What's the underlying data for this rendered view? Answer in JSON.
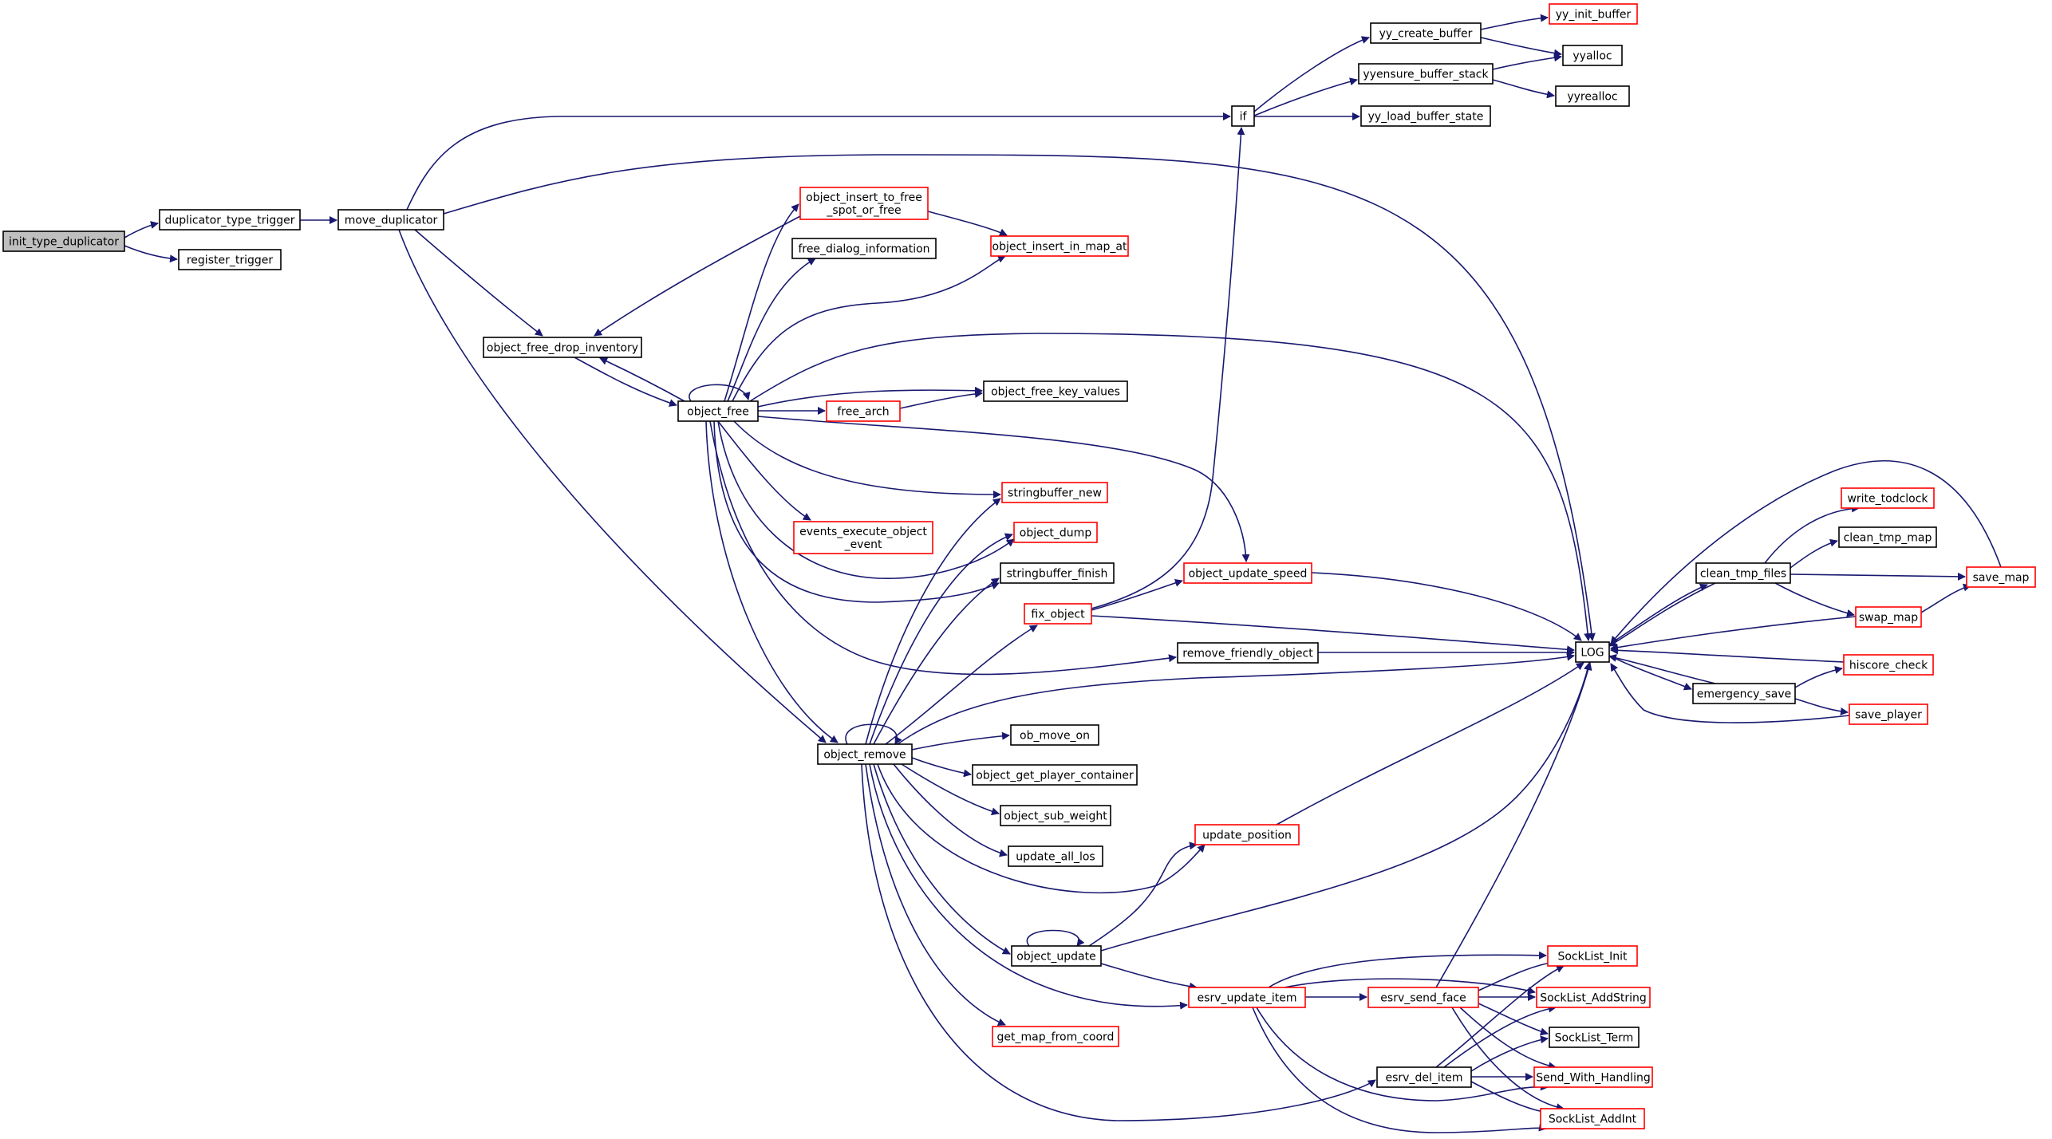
{
  "graph": {
    "colors": {
      "edge": "#191970",
      "node_border_default": "#000000",
      "node_border_truncated": "#ff0000",
      "root_fill": "#bfbfbf",
      "node_fill": "#ffffff"
    },
    "nodes": [
      {
        "id": "init_type_duplicator",
        "lines": [
          "init_type_duplicator"
        ],
        "root": true
      },
      {
        "id": "duplicator_type_trigger",
        "lines": [
          "duplicator_type_trigger"
        ]
      },
      {
        "id": "register_trigger",
        "lines": [
          "register_trigger"
        ]
      },
      {
        "id": "move_duplicator",
        "lines": [
          "move_duplicator"
        ]
      },
      {
        "id": "if",
        "lines": [
          "if"
        ]
      },
      {
        "id": "LOG",
        "lines": [
          "LOG"
        ]
      },
      {
        "id": "object_free_drop_inventory",
        "lines": [
          "object_free_drop_inventory"
        ]
      },
      {
        "id": "object_remove",
        "lines": [
          "object_remove"
        ]
      },
      {
        "id": "yy_create_buffer",
        "lines": [
          "yy_create_buffer"
        ]
      },
      {
        "id": "yyensure_buffer_stack",
        "lines": [
          "yyensure_buffer_stack"
        ]
      },
      {
        "id": "yy_load_buffer_state",
        "lines": [
          "yy_load_buffer_state"
        ]
      },
      {
        "id": "yy_init_buffer",
        "lines": [
          "yy_init_buffer"
        ],
        "red": true
      },
      {
        "id": "yyalloc",
        "lines": [
          "yyalloc"
        ]
      },
      {
        "id": "yyrealloc",
        "lines": [
          "yyrealloc"
        ]
      },
      {
        "id": "clean_tmp_files",
        "lines": [
          "clean_tmp_files"
        ]
      },
      {
        "id": "emergency_save",
        "lines": [
          "emergency_save"
        ]
      },
      {
        "id": "write_todclock",
        "lines": [
          "write_todclock"
        ],
        "red": true
      },
      {
        "id": "clean_tmp_map",
        "lines": [
          "clean_tmp_map"
        ]
      },
      {
        "id": "save_map",
        "lines": [
          "save_map"
        ],
        "red": true
      },
      {
        "id": "swap_map",
        "lines": [
          "swap_map"
        ],
        "red": true
      },
      {
        "id": "hiscore_check",
        "lines": [
          "hiscore_check"
        ],
        "red": true
      },
      {
        "id": "save_player",
        "lines": [
          "save_player"
        ],
        "red": true
      },
      {
        "id": "object_free",
        "lines": [
          "object_free"
        ]
      },
      {
        "id": "object_insert_to_free_spot_or_free",
        "lines": [
          "object_insert_to_free",
          "_spot_or_free"
        ],
        "red": true
      },
      {
        "id": "free_dialog_information",
        "lines": [
          "free_dialog_information"
        ]
      },
      {
        "id": "object_insert_in_map_at",
        "lines": [
          "object_insert_in_map_at"
        ],
        "red": true
      },
      {
        "id": "object_free_key_values",
        "lines": [
          "object_free_key_values"
        ]
      },
      {
        "id": "free_arch",
        "lines": [
          "free_arch"
        ],
        "red": true
      },
      {
        "id": "stringbuffer_new",
        "lines": [
          "stringbuffer_new"
        ],
        "red": true
      },
      {
        "id": "events_execute_object_event",
        "lines": [
          "events_execute_object",
          "_event"
        ],
        "red": true
      },
      {
        "id": "object_dump",
        "lines": [
          "object_dump"
        ],
        "red": true
      },
      {
        "id": "stringbuffer_finish",
        "lines": [
          "stringbuffer_finish"
        ]
      },
      {
        "id": "object_update_speed",
        "lines": [
          "object_update_speed"
        ],
        "red": true
      },
      {
        "id": "fix_object",
        "lines": [
          "fix_object"
        ],
        "red": true
      },
      {
        "id": "remove_friendly_object",
        "lines": [
          "remove_friendly_object"
        ]
      },
      {
        "id": "ob_move_on",
        "lines": [
          "ob_move_on"
        ]
      },
      {
        "id": "object_get_player_container",
        "lines": [
          "object_get_player_container"
        ]
      },
      {
        "id": "object_sub_weight",
        "lines": [
          "object_sub_weight"
        ]
      },
      {
        "id": "update_all_los",
        "lines": [
          "update_all_los"
        ]
      },
      {
        "id": "update_position",
        "lines": [
          "update_position"
        ],
        "red": true
      },
      {
        "id": "object_update",
        "lines": [
          "object_update"
        ]
      },
      {
        "id": "esrv_update_item",
        "lines": [
          "esrv_update_item"
        ],
        "red": true
      },
      {
        "id": "get_map_from_coord",
        "lines": [
          "get_map_from_coord"
        ],
        "red": true
      },
      {
        "id": "esrv_del_item",
        "lines": [
          "esrv_del_item"
        ]
      },
      {
        "id": "esrv_send_face",
        "lines": [
          "esrv_send_face"
        ],
        "red": true
      },
      {
        "id": "SockList_Init",
        "lines": [
          "SockList_Init"
        ],
        "red": true
      },
      {
        "id": "SockList_AddString",
        "lines": [
          "SockList_AddString"
        ],
        "red": true
      },
      {
        "id": "SockList_Term",
        "lines": [
          "SockList_Term"
        ]
      },
      {
        "id": "Send_With_Handling",
        "lines": [
          "Send_With_Handling"
        ],
        "red": true
      },
      {
        "id": "SockList_AddInt",
        "lines": [
          "SockList_AddInt"
        ],
        "red": true
      }
    ],
    "edges": [
      [
        "init_type_duplicator",
        "duplicator_type_trigger"
      ],
      [
        "init_type_duplicator",
        "register_trigger"
      ],
      [
        "duplicator_type_trigger",
        "move_duplicator"
      ],
      [
        "move_duplicator",
        "if"
      ],
      [
        "move_duplicator",
        "LOG"
      ],
      [
        "move_duplicator",
        "object_free_drop_inventory"
      ],
      [
        "move_duplicator",
        "object_remove"
      ],
      [
        "if",
        "yy_create_buffer"
      ],
      [
        "if",
        "yyensure_buffer_stack"
      ],
      [
        "if",
        "yy_load_buffer_state"
      ],
      [
        "yy_create_buffer",
        "yy_init_buffer"
      ],
      [
        "yy_create_buffer",
        "yyalloc"
      ],
      [
        "yyensure_buffer_stack",
        "yyalloc"
      ],
      [
        "yyensure_buffer_stack",
        "yyrealloc"
      ],
      [
        "LOG",
        "clean_tmp_files"
      ],
      [
        "LOG",
        "emergency_save"
      ],
      [
        "clean_tmp_files",
        "write_todclock"
      ],
      [
        "clean_tmp_files",
        "clean_tmp_map"
      ],
      [
        "clean_tmp_files",
        "save_map"
      ],
      [
        "clean_tmp_files",
        "swap_map"
      ],
      [
        "clean_tmp_files",
        "LOG"
      ],
      [
        "swap_map",
        "save_map"
      ],
      [
        "swap_map",
        "LOG"
      ],
      [
        "save_map",
        "LOG"
      ],
      [
        "emergency_save",
        "hiscore_check"
      ],
      [
        "emergency_save",
        "save_player"
      ],
      [
        "emergency_save",
        "LOG"
      ],
      [
        "hiscore_check",
        "LOG"
      ],
      [
        "save_player",
        "LOG"
      ],
      [
        "object_free_drop_inventory",
        "object_free"
      ],
      [
        "object_free",
        "object_free_drop_inventory"
      ],
      [
        "object_free",
        "object_free"
      ],
      [
        "object_free",
        "object_insert_to_free_spot_or_free"
      ],
      [
        "object_free",
        "free_dialog_information"
      ],
      [
        "object_free",
        "object_insert_in_map_at"
      ],
      [
        "object_free",
        "LOG"
      ],
      [
        "object_free",
        "object_free_key_values"
      ],
      [
        "object_free",
        "free_arch"
      ],
      [
        "object_free",
        "stringbuffer_new"
      ],
      [
        "object_free",
        "events_execute_object_event"
      ],
      [
        "object_free",
        "object_dump"
      ],
      [
        "object_free",
        "stringbuffer_finish"
      ],
      [
        "object_free",
        "object_update_speed"
      ],
      [
        "object_free",
        "remove_friendly_object"
      ],
      [
        "object_free",
        "object_remove"
      ],
      [
        "object_insert_to_free_spot_or_free",
        "object_free_drop_inventory"
      ],
      [
        "object_insert_to_free_spot_or_free",
        "object_insert_in_map_at"
      ],
      [
        "free_arch",
        "object_free_key_values"
      ],
      [
        "object_update_speed",
        "LOG"
      ],
      [
        "remove_friendly_object",
        "LOG"
      ],
      [
        "fix_object",
        "if"
      ],
      [
        "fix_object",
        "object_update_speed"
      ],
      [
        "fix_object",
        "LOG"
      ],
      [
        "object_remove",
        "object_remove"
      ],
      [
        "object_remove",
        "stringbuffer_new"
      ],
      [
        "object_remove",
        "object_dump"
      ],
      [
        "object_remove",
        "stringbuffer_finish"
      ],
      [
        "object_remove",
        "fix_object"
      ],
      [
        "object_remove",
        "LOG"
      ],
      [
        "object_remove",
        "ob_move_on"
      ],
      [
        "object_remove",
        "object_get_player_container"
      ],
      [
        "object_remove",
        "object_sub_weight"
      ],
      [
        "object_remove",
        "update_all_los"
      ],
      [
        "object_remove",
        "update_position"
      ],
      [
        "object_remove",
        "object_update"
      ],
      [
        "object_remove",
        "esrv_update_item"
      ],
      [
        "object_remove",
        "get_map_from_coord"
      ],
      [
        "object_remove",
        "esrv_del_item"
      ],
      [
        "update_position",
        "LOG"
      ],
      [
        "object_update",
        "object_update"
      ],
      [
        "object_update",
        "update_position"
      ],
      [
        "object_update",
        "LOG"
      ],
      [
        "object_update",
        "esrv_update_item"
      ],
      [
        "esrv_update_item",
        "esrv_send_face"
      ],
      [
        "esrv_update_item",
        "SockList_Init"
      ],
      [
        "esrv_update_item",
        "SockList_AddString"
      ],
      [
        "esrv_update_item",
        "Send_With_Handling"
      ],
      [
        "esrv_update_item",
        "SockList_AddInt"
      ],
      [
        "esrv_send_face",
        "SockList_Init"
      ],
      [
        "esrv_send_face",
        "SockList_AddString"
      ],
      [
        "esrv_send_face",
        "SockList_Term"
      ],
      [
        "esrv_send_face",
        "Send_With_Handling"
      ],
      [
        "esrv_send_face",
        "SockList_AddInt"
      ],
      [
        "esrv_send_face",
        "LOG"
      ],
      [
        "esrv_del_item",
        "SockList_Init"
      ],
      [
        "esrv_del_item",
        "SockList_AddString"
      ],
      [
        "esrv_del_item",
        "SockList_Term"
      ],
      [
        "esrv_del_item",
        "Send_With_Handling"
      ],
      [
        "esrv_del_item",
        "SockList_AddInt"
      ]
    ]
  }
}
